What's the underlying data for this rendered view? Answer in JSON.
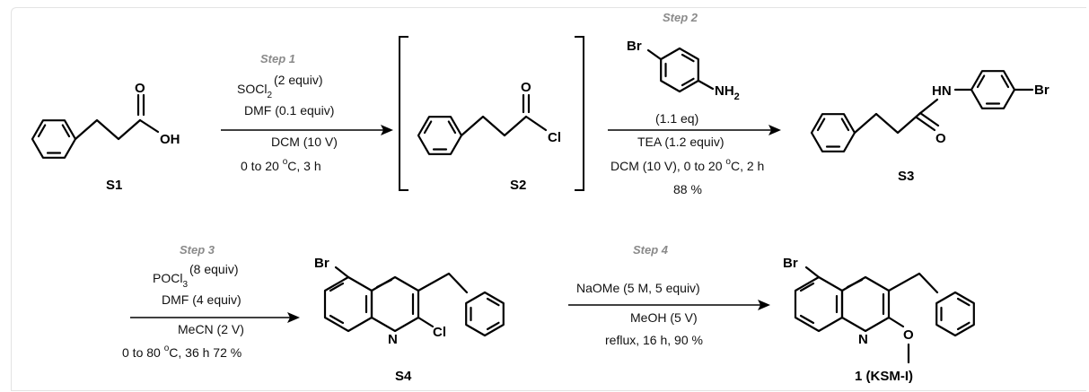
{
  "compounds": {
    "s1": "S1",
    "s2": "S2",
    "s3": "S3",
    "s4": "S4",
    "ksm": "1 (KSM-I)"
  },
  "atoms": {
    "o": "O",
    "oh": "OH",
    "cl": "Cl",
    "br": "Br",
    "hn": "HN",
    "n": "N",
    "nh": "NH",
    "h2sub": "2"
  },
  "steps": {
    "step1": {
      "label": "Step 1",
      "reagent_main": "SOCl",
      "reagent_sub": "2",
      "reagent_equiv": "(2 equiv)",
      "line2": "DMF (0.1 equiv)",
      "line3": "DCM (10 V)",
      "line4_a": "0 to 20 ",
      "line4_sup": "o",
      "line4_b": "C, 3 h"
    },
    "step2": {
      "label": "Step 2",
      "line1": "(1.1 eq)",
      "line2": "TEA (1.2 equiv)",
      "line3_a": "DCM (10 V), 0 to 20 ",
      "line3_sup": "o",
      "line3_b": "C, 2 h",
      "line4": "88 %"
    },
    "step3": {
      "label": "Step 3",
      "reagent_main": "POCl",
      "reagent_sub": "3",
      "reagent_equiv": "(8 equiv)",
      "line2": "DMF (4 equiv)",
      "line3": "MeCN (2 V)",
      "line4_a": "0 to 80 ",
      "line4_sup": "o",
      "line4_b": "C, 36 h 72 %"
    },
    "step4": {
      "label": "Step 4",
      "line1": "NaOMe (5 M, 5 equiv)",
      "line2": "MeOH (5 V)",
      "line3": "reflux, 16 h, 90 %"
    }
  }
}
